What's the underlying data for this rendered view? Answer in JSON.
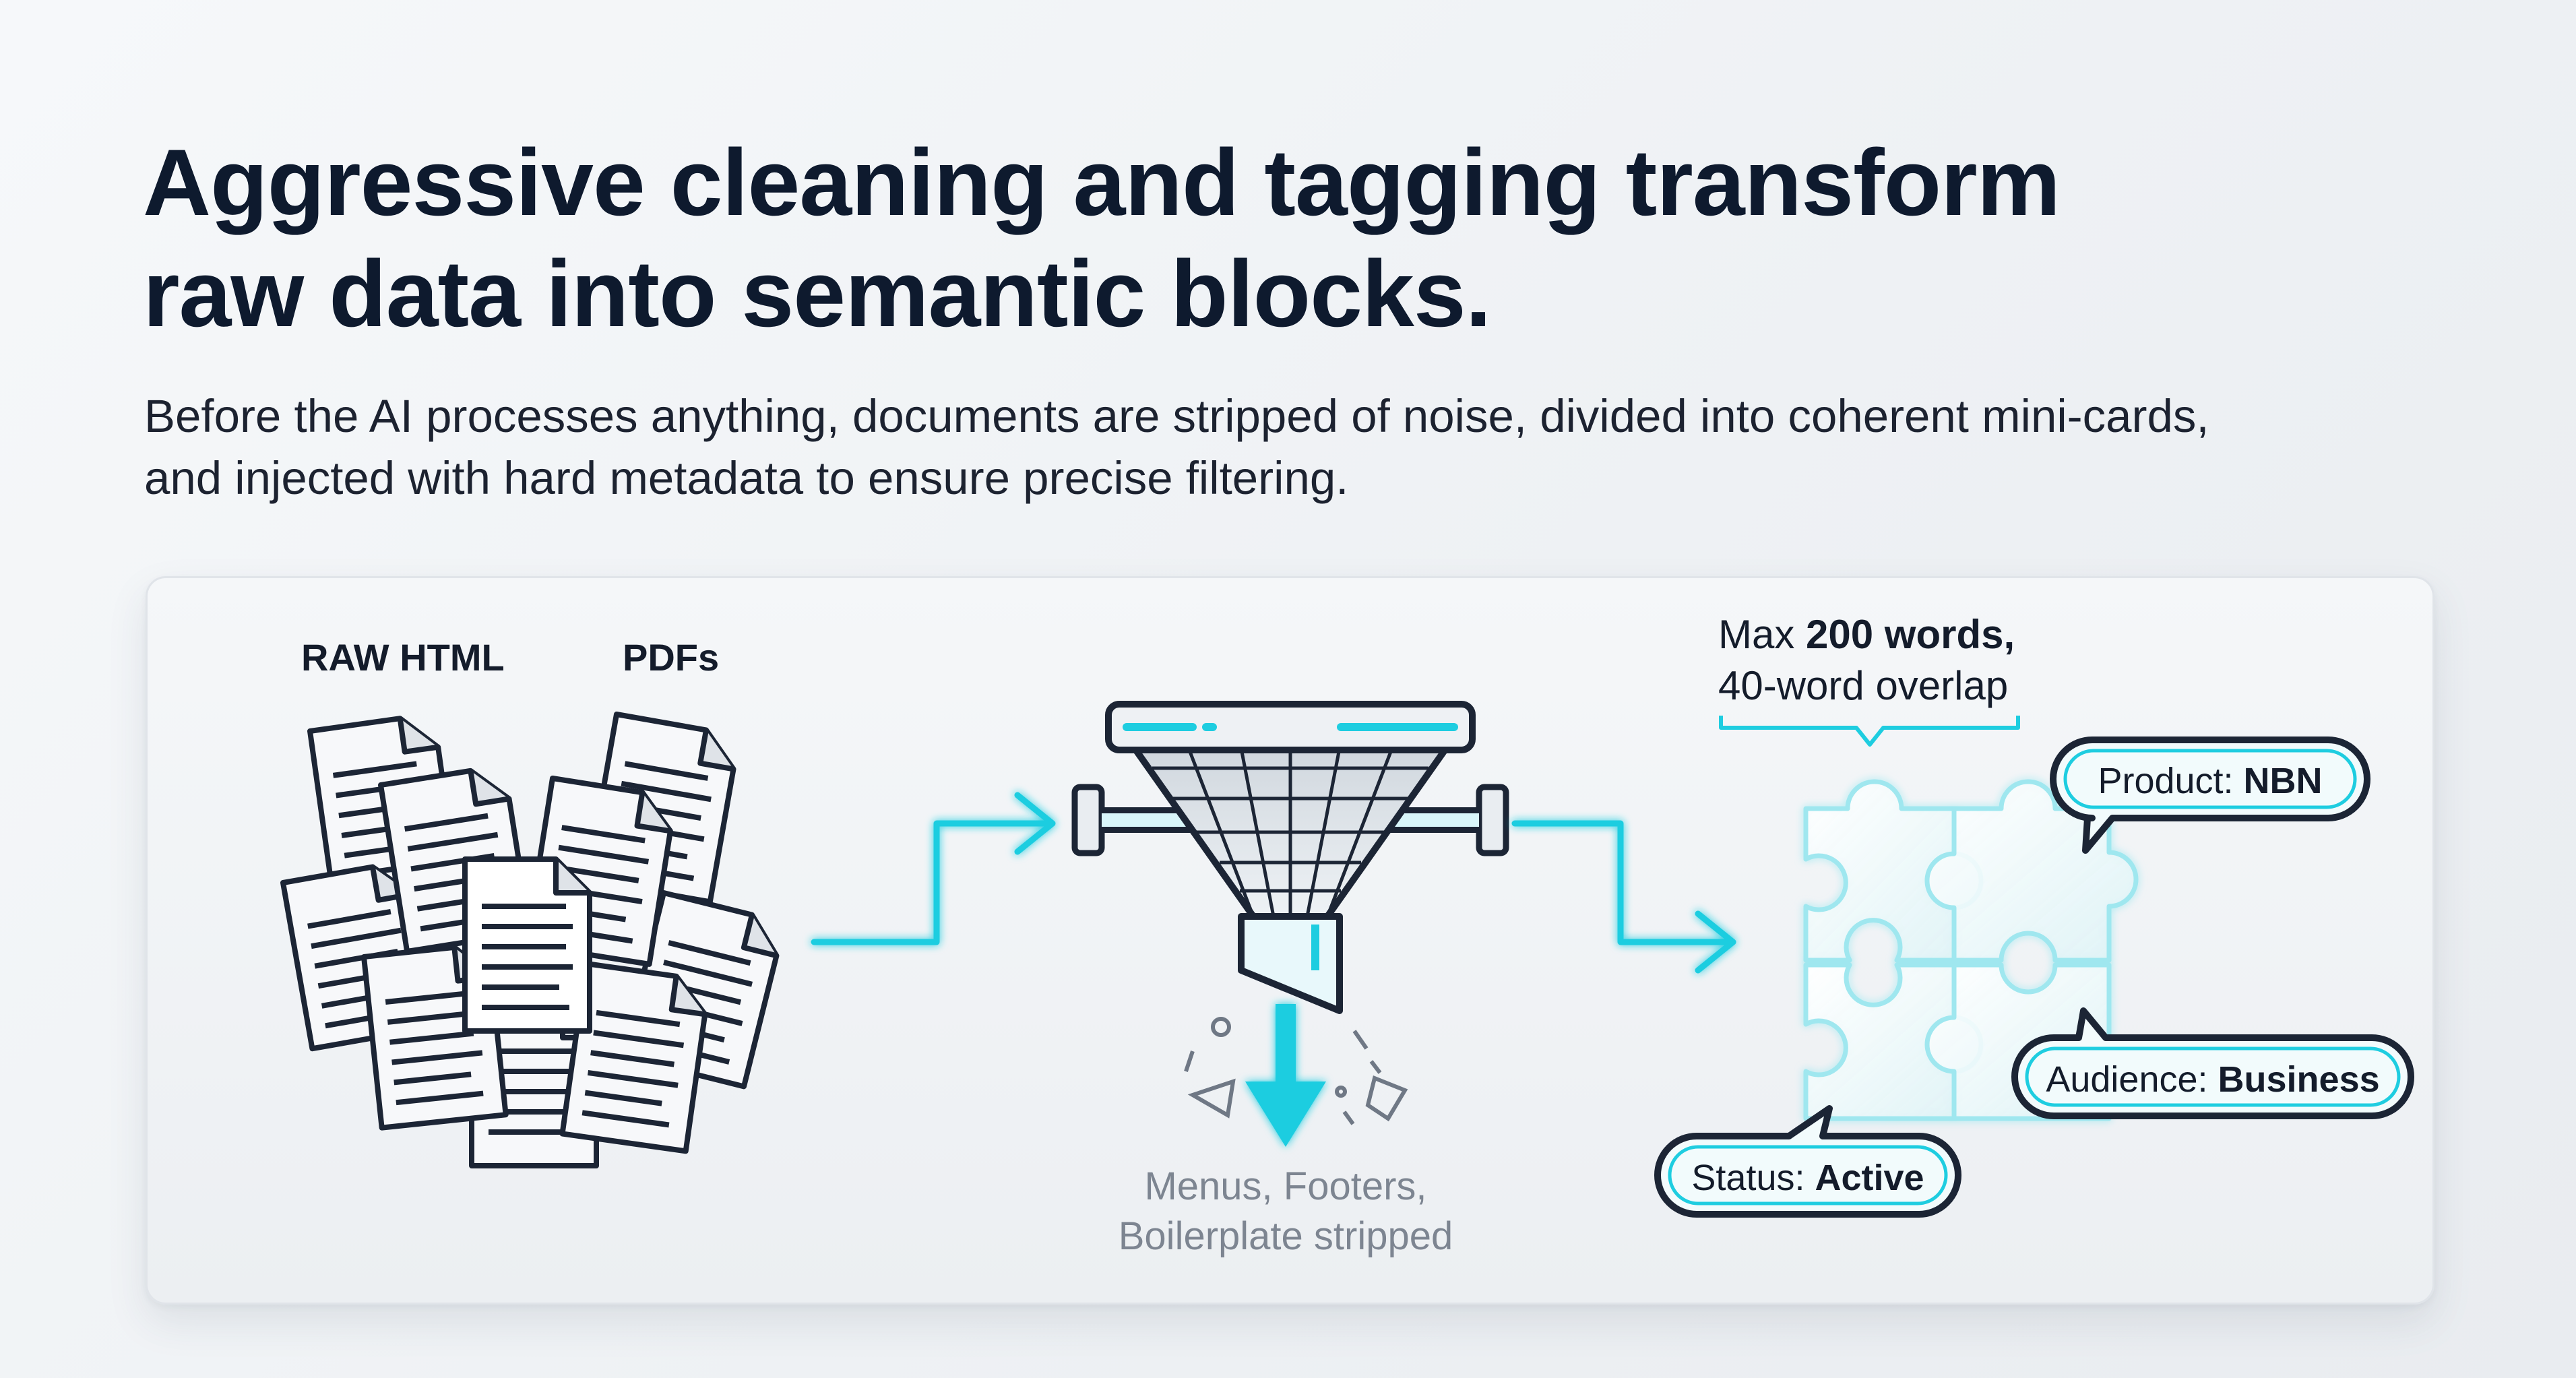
{
  "title": {
    "line1": "Aggressive cleaning and tagging transform",
    "line2": "raw data into semantic blocks."
  },
  "subtitle": {
    "line1": "Before the AI processes anything, documents are stripped of noise, divided into coherent mini-cards,",
    "line2": "and injected with hard metadata  to ensure precise filtering."
  },
  "diagram": {
    "sources": {
      "raw_html_label": "RAW HTML",
      "pdfs_label": "PDFs"
    },
    "filter": {
      "stripped_line1": "Menus, Footers,",
      "stripped_line2": "Boilerplate stripped"
    },
    "chunking": {
      "max_prefix": "Max ",
      "max_value": "200 words,",
      "overlap": "40-word overlap"
    },
    "tags": {
      "product": {
        "key": "Product: ",
        "value": "NBN"
      },
      "audience": {
        "key": "Audience: ",
        "value": "Business"
      },
      "status": {
        "key": "Status: ",
        "value": "Active"
      }
    }
  },
  "colors": {
    "accent": "#1ecde0",
    "ink": "#1c2535",
    "title": "#0e1a2e",
    "muted": "#7d8591"
  }
}
